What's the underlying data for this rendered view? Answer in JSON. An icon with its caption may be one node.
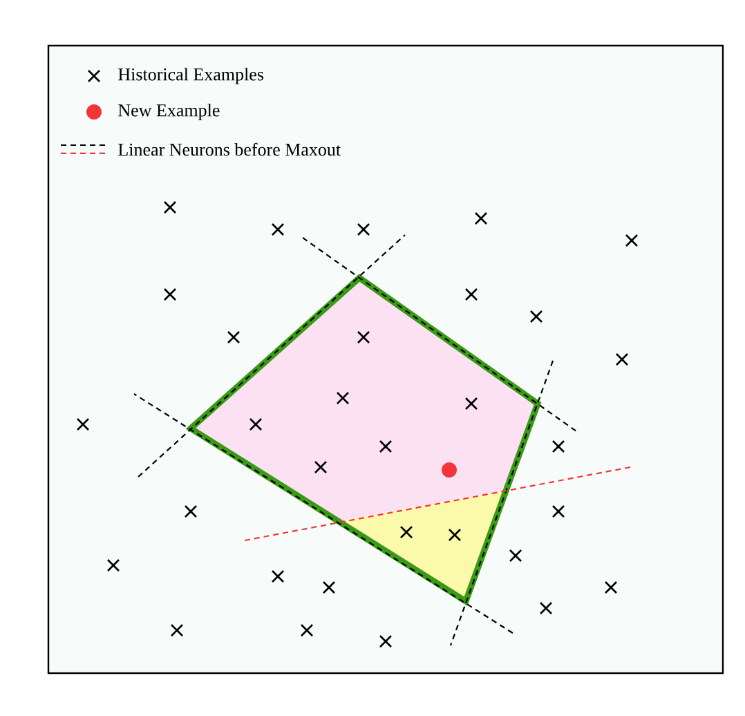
{
  "diagram": {
    "legend": [
      {
        "text": "Historical Examples"
      },
      {
        "text": "New Example"
      },
      {
        "text": "Linear Neurons before Maxout"
      }
    ]
  }
}
